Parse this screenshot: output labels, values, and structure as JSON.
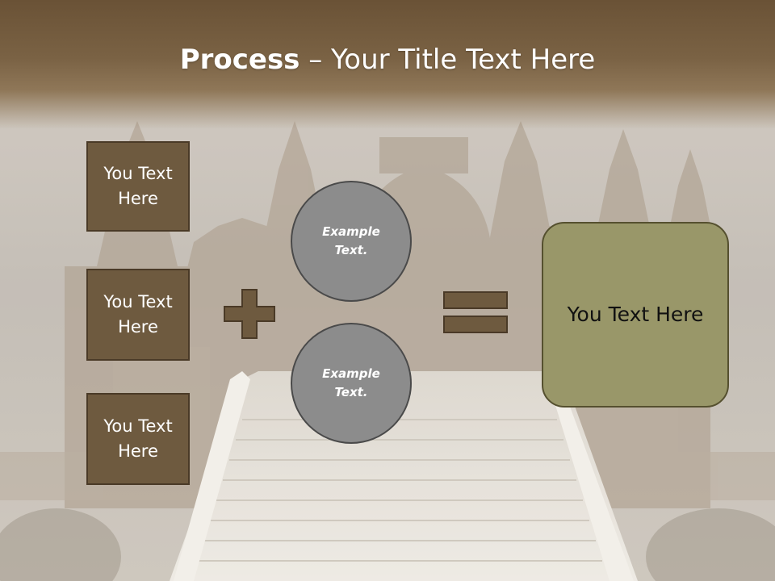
{
  "title": {
    "bold": "Process",
    "rest": " – Your Title Text Here"
  },
  "boxes": [
    {
      "label": "You Text Here"
    },
    {
      "label": "You Text Here"
    },
    {
      "label": "You Text Here"
    }
  ],
  "circles": [
    {
      "label": "Example Text."
    },
    {
      "label": "Example Text."
    }
  ],
  "result": {
    "label": "You Text Here"
  },
  "operators": {
    "plus": "plus-icon",
    "equals": "equals-icon"
  },
  "colors": {
    "title_band": "#6a5236",
    "box_fill": "#6e5a3f",
    "circle_fill": "#8c8c8c",
    "result_fill": "#999769"
  }
}
